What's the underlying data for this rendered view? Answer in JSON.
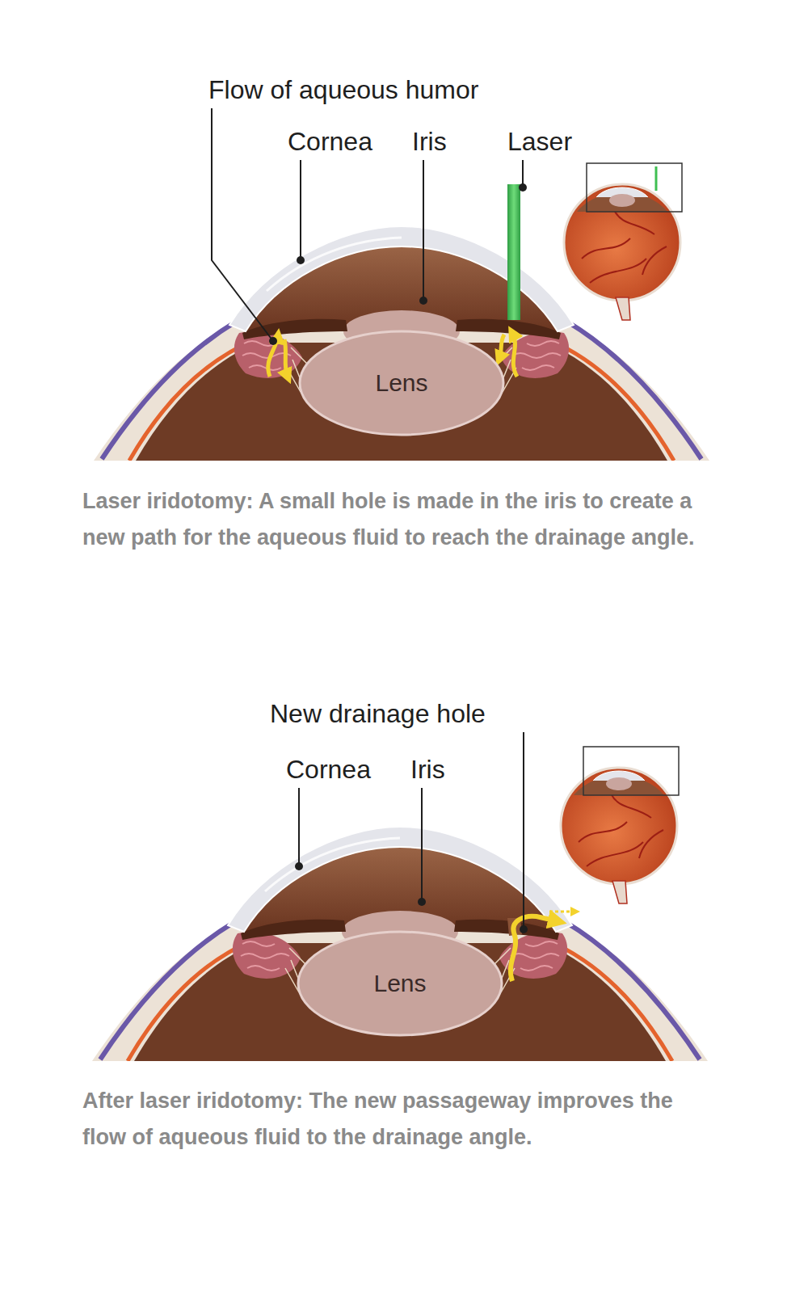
{
  "diagram": {
    "nodes": [
      {
        "text": [
          "Lens"
        ]
      },
      {
        "text": [
          "Lens"
        ]
      }
    ],
    "labels": [
      "Flow of aqueous humor",
      "Cornea",
      "Iris",
      "Laser",
      "Laser iridotomy: A small hole is made in the iris to create a new path for the aqueous fluid to reach the drainage angle.",
      "New drainage hole",
      "Cornea",
      "Iris",
      "After laser iridotomy: The new passageway improves the flow of aqueous fluid to the drainage angle."
    ]
  }
}
